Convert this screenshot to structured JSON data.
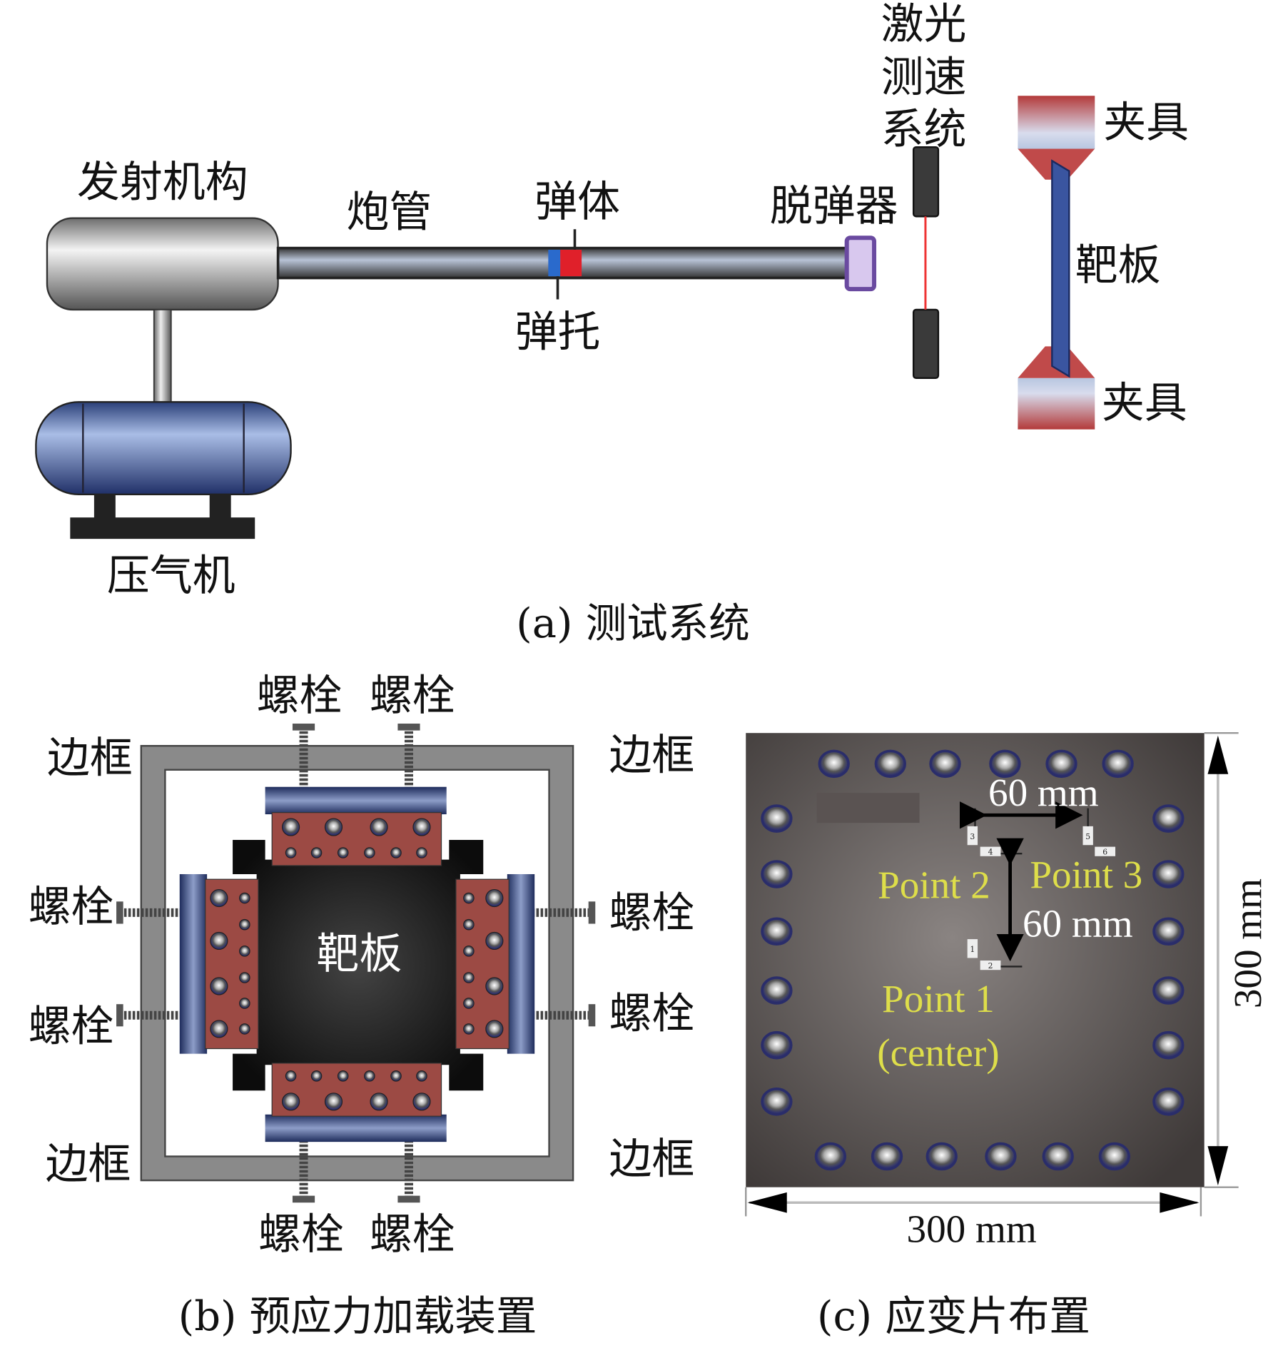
{
  "panel_a": {
    "caption": "(a) 测试系统",
    "launcher": "发射机构",
    "barrel": "炮管",
    "projectile": "弹体",
    "sabot": "弹托",
    "stripper": "脱弹器",
    "laser_lines": [
      "激光",
      "测速",
      "系统"
    ],
    "clamp_top": "夹具",
    "clamp_bottom": "夹具",
    "target": "靶板",
    "compressor": "压气机"
  },
  "panel_b": {
    "caption": "(b) 预应力加载装置",
    "frame_labels": [
      "边框",
      "边框",
      "边框",
      "边框"
    ],
    "bolt_labels": [
      "螺栓",
      "螺栓",
      "螺栓",
      "螺栓",
      "螺栓",
      "螺栓",
      "螺栓",
      "螺栓"
    ],
    "target": "靶板"
  },
  "panel_c": {
    "caption": "(c) 应变片布置",
    "point1": "Point 1",
    "point1_sub": "(center)",
    "point2": "Point 2",
    "point3": "Point 3",
    "dim_horizontal_small": "60 mm",
    "dim_vertical_small": "60 mm",
    "dim_width": "300 mm",
    "dim_height": "300 mm",
    "gauge_ids": [
      "1",
      "2",
      "3",
      "4",
      "5",
      "6"
    ]
  },
  "colors": {
    "plate": "#4e4846",
    "label_yellow": "#dede4a",
    "clamp_blue": "#3c5590",
    "clamp_red": "#a04040"
  }
}
